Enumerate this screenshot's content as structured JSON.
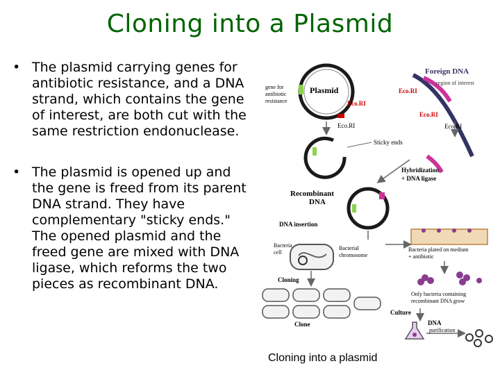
{
  "title": "Cloning into a Plasmid",
  "bullets": [
    "The plasmid carrying genes for antibiotic resistance, and a DNA strand, which contains the gene of interest, are both cut with the same restriction endonuclease.",
    "The plasmid is opened up and the gene is freed from its parent DNA strand. They have complementary \"sticky ends.\" The opened plasmid and the freed gene are mixed with DNA ligase, which reforms the two pieces as recombinant DNA."
  ],
  "bullet_glyph": "•",
  "diagram": {
    "gene_for_antibiotic_resistance": [
      "gene for",
      "antibiotic",
      "resistance"
    ],
    "plasmid": "Plasmid",
    "foreign_dna": "Foreign DNA",
    "region_of_interest": "region of interest",
    "ecori": "Eco.RI",
    "sticky_ends": "Sticky ends",
    "hybridization": [
      "Hybridization",
      "+ DNA ligase"
    ],
    "recombinant_dna": [
      "Recombinant",
      "DNA"
    ],
    "dna_insertion": "DNA insertion",
    "bacteria_cell": [
      "Bacteria",
      "cell"
    ],
    "bacterial_chromosome": [
      "Bacterial",
      "chromosome"
    ],
    "bacteria_plated": [
      "Bacteria plated on medium",
      "+ antibiotic"
    ],
    "cloning": "Cloning",
    "only_bacteria": [
      "Only bacteria containing",
      "recombinant DNA grow"
    ],
    "culture": "Culture",
    "clone": "Clone",
    "dna_purification": [
      "DNA",
      "purification"
    ],
    "caption": "Cloning into a plasmid"
  },
  "colors": {
    "title": "#006400",
    "plasmid": "#1a1a1a",
    "foreign_dna": "#333366",
    "ecori": "#cc0000",
    "gene": "#8dd14a",
    "region": "#cc3399",
    "purple": "#8a3c8f",
    "arrow": "#666666"
  }
}
